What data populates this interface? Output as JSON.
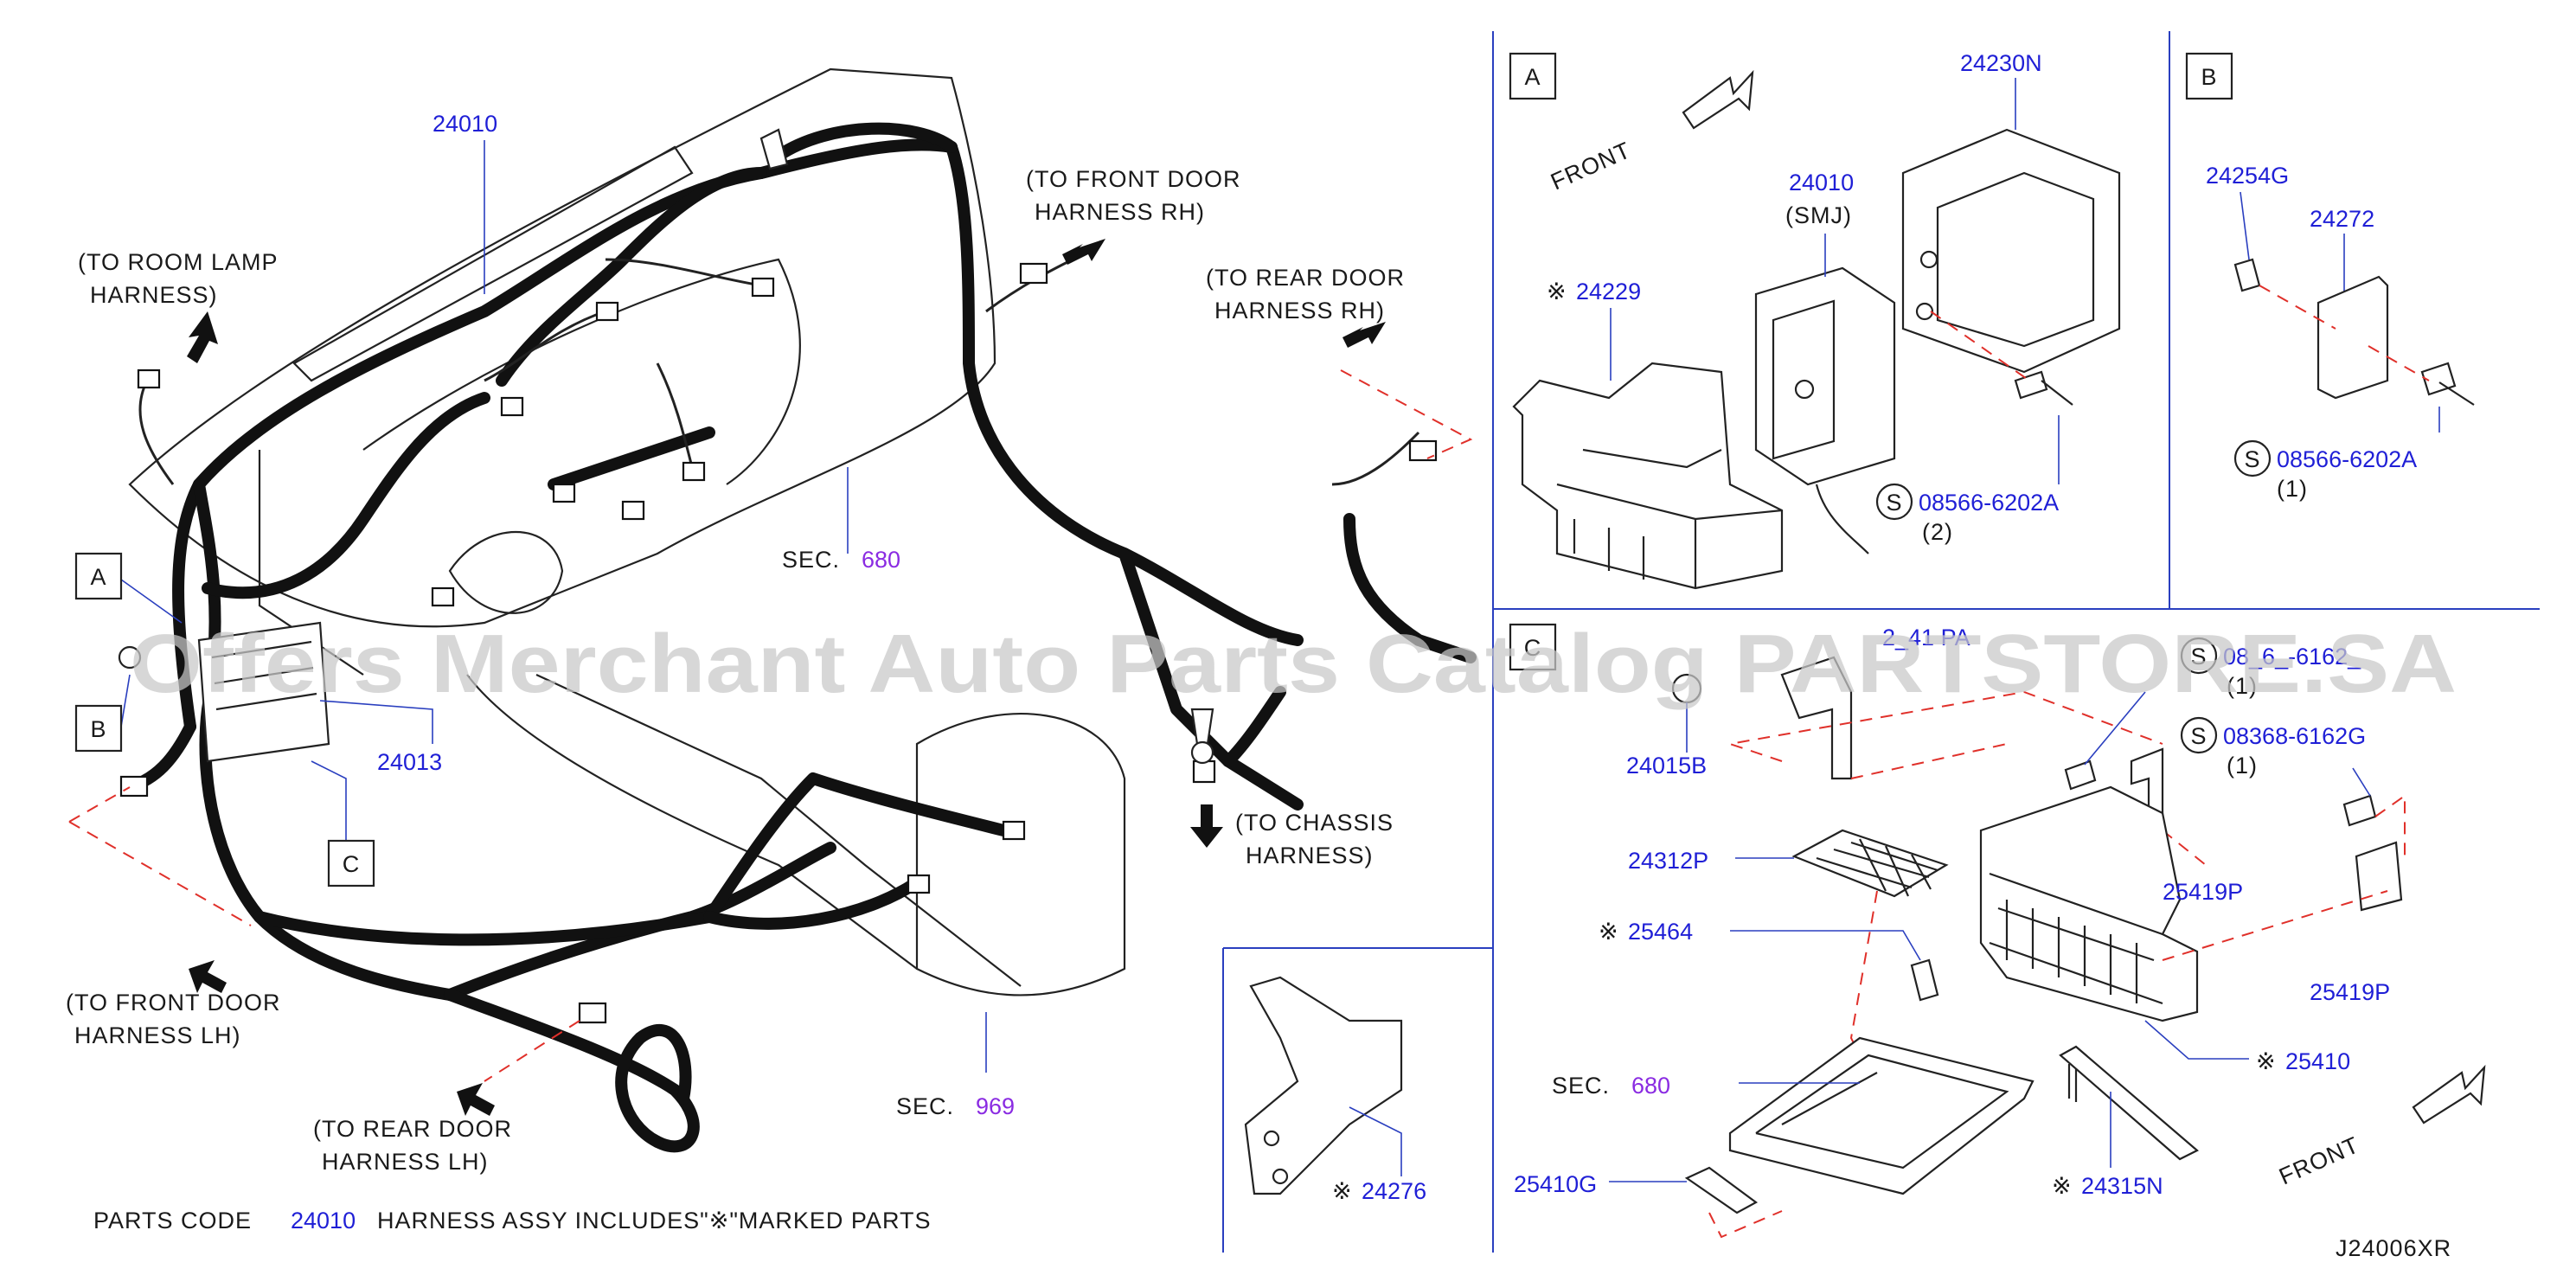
{
  "callouts": {
    "a": "A",
    "b": "B",
    "c": "C",
    "panel_a": "A",
    "panel_b": "B",
    "panel_c": "C"
  },
  "notes": {
    "room_lamp": [
      "(TO  ROOM  LAMP",
      "HARNESS)"
    ],
    "front_door_rh": [
      "(TO  FRONT  DOOR",
      "HARNESS  RH)"
    ],
    "rear_door_rh": [
      "(TO  REAR  DOOR",
      "HARNESS  RH)"
    ],
    "chassis": [
      "(TO  CHASSIS",
      "HARNESS)"
    ],
    "front_door_lh": [
      "(TO  FRONT  DOOR",
      "HARNESS  LH)"
    ],
    "rear_door_lh": [
      "(TO  REAR  DOOR",
      "HARNESS  LH)"
    ],
    "front_a": "FRONT",
    "front_c": "FRONT",
    "smj": "(SMJ)",
    "qty_a": "(2)",
    "qty_b": "(1)",
    "qty_c1": "(1)",
    "qty_c2": "(1)"
  },
  "parts": {
    "p24010_main": "24010",
    "p24013": "24013",
    "p24230N": "24230N",
    "p24010_smj": "24010",
    "p24229": "24229",
    "bolt_a": "08566-6202A",
    "p24254G": "24254G",
    "p24272": "24272",
    "bolt_b": "08566-6202A",
    "p24141_partial": "2_41  PA",
    "bolt_c1_partial": "08_6_-6162_",
    "bolt_c2": "08368-6162G",
    "p24015B": "24015B",
    "p24312P": "24312P",
    "p25419P_1": "25419P",
    "p25419P_2": "25419P",
    "p25464": "25464",
    "p25410": "25410",
    "p25410G": "25410G",
    "p24315N": "24315N",
    "p24276": "24276"
  },
  "sections": {
    "sec_label": "SEC.",
    "sec680_main": "680",
    "sec969": "969",
    "sec680_c": "680"
  },
  "marks": {
    "note_mark": "※",
    "screw_mark": "S"
  },
  "footer": {
    "parts_code": "PARTS   CODE",
    "code": "24010",
    "rest": "HARNESS   ASSY   INCLUDES\"※\"MARKED   PARTS",
    "diagram_id": "J24006XR"
  },
  "watermark": "Offers Merchant Auto Parts Catalog PARTSTORE.SA",
  "colors": {
    "part_number": "#1f1fd6",
    "section_ref": "#8a2be2",
    "leader_line": "#2a3fbf",
    "dashed_ref": "#e0302a",
    "harness": "#111111"
  }
}
